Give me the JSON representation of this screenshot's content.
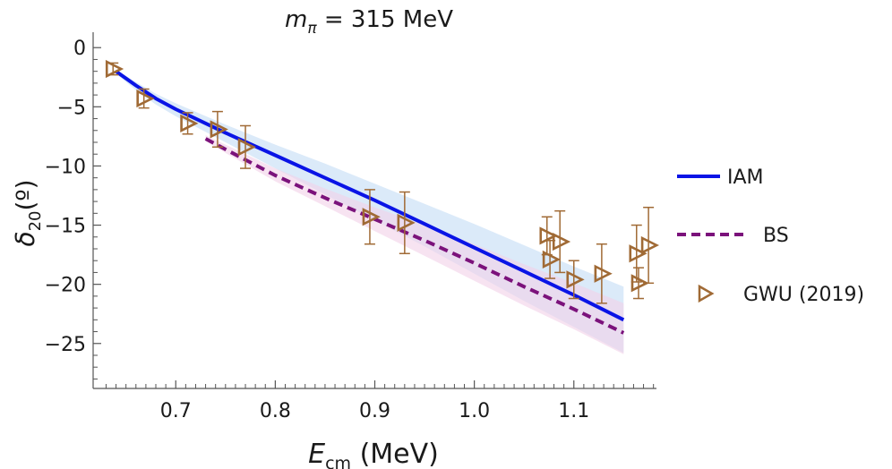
{
  "chart_data": {
    "type": "line",
    "title_main": "m",
    "title_sub": "π",
    "title_rest": " = 315 MeV",
    "xlabel_main": "E",
    "xlabel_sub": "cm",
    "xlabel_rest": " (MeV)",
    "ylabel_main": "δ",
    "ylabel_sub": "20",
    "ylabel_rest": "(º)",
    "xlim": [
      0.617,
      1.183
    ],
    "ylim": [
      -28.8,
      1.0
    ],
    "x_ticks": [
      0.7,
      0.8,
      0.9,
      1.0,
      1.1
    ],
    "x_tick_labels": [
      "0.7",
      "0.8",
      "0.9",
      "1.0",
      "1.1"
    ],
    "y_ticks": [
      0,
      -5,
      -10,
      -15,
      -20,
      -25
    ],
    "y_tick_labels": [
      "0",
      "−5",
      "−10",
      "−15",
      "−20",
      "−25"
    ],
    "grid": false,
    "legend_position": "right",
    "series": [
      {
        "name": "IAM",
        "style": "solid",
        "color": "#0a14e6",
        "band_color": "#cfe3f7",
        "x": [
          0.64,
          0.65,
          0.66,
          0.68,
          0.7,
          0.75,
          0.8,
          0.85,
          0.9,
          0.95,
          1.0,
          1.05,
          1.1,
          1.15
        ],
        "y": [
          -2.0,
          -2.6,
          -3.2,
          -4.3,
          -5.2,
          -7.2,
          -9.1,
          -11.0,
          -12.9,
          -14.9,
          -16.9,
          -18.9,
          -20.9,
          -23.0
        ],
        "band_lower": [
          -2.2,
          -2.9,
          -3.6,
          -4.8,
          -5.8,
          -8.0,
          -10.2,
          -12.4,
          -14.6,
          -16.8,
          -19.1,
          -21.4,
          -23.6,
          -25.8
        ],
        "band_upper": [
          -1.9,
          -2.4,
          -2.9,
          -3.9,
          -4.7,
          -6.5,
          -8.2,
          -9.8,
          -11.5,
          -13.2,
          -14.9,
          -16.7,
          -18.5,
          -20.2
        ]
      },
      {
        "name": "BS",
        "style": "dashed",
        "color": "#7b127b",
        "band_color": "#f1d1e8",
        "x": [
          0.73,
          0.75,
          0.8,
          0.85,
          0.9,
          0.95,
          1.0,
          1.05,
          1.1,
          1.15
        ],
        "y": [
          -7.7,
          -8.6,
          -10.8,
          -12.7,
          -14.5,
          -16.3,
          -18.2,
          -20.2,
          -22.1,
          -24.1
        ],
        "band_lower": [
          -7.9,
          -8.9,
          -11.3,
          -13.4,
          -15.5,
          -17.6,
          -19.7,
          -21.8,
          -23.8,
          -25.9
        ],
        "band_upper": [
          -7.4,
          -8.2,
          -10.2,
          -11.9,
          -13.5,
          -15.0,
          -16.6,
          -18.3,
          -19.9,
          -21.6
        ]
      },
      {
        "name": "GWU (2019)",
        "style": "markers",
        "marker": "triangle-right",
        "color": "#a06a35",
        "x": [
          0.637,
          0.668,
          0.712,
          0.742,
          0.77,
          0.895,
          0.93,
          1.073,
          1.076,
          1.086,
          1.1,
          1.128,
          1.163,
          1.165,
          1.175
        ],
        "y": [
          -1.8,
          -4.3,
          -6.4,
          -6.9,
          -8.4,
          -14.3,
          -14.8,
          -15.9,
          -17.9,
          -16.4,
          -19.6,
          -19.1,
          -17.4,
          -19.9,
          -16.7
        ],
        "err": [
          0.5,
          0.8,
          0.9,
          1.5,
          1.8,
          2.3,
          2.6,
          1.6,
          1.6,
          2.6,
          1.6,
          2.5,
          2.4,
          1.3,
          3.2
        ]
      }
    ]
  }
}
